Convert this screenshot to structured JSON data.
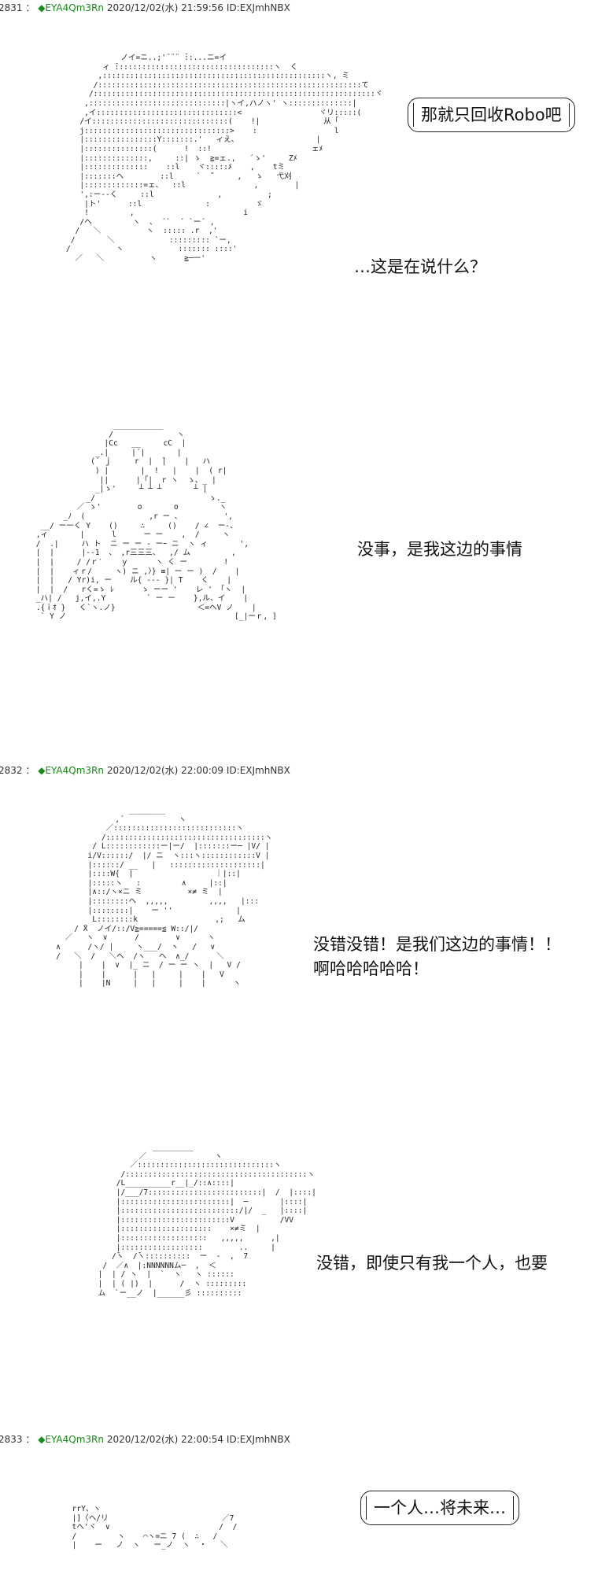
{
  "posts": [
    {
      "number": "2831",
      "separator": "：",
      "diamond": "◆",
      "name": "EYA4Qm3Rn",
      "datetime": "2020/12/02(水) 21:59:56",
      "id": "ID:EXJmhNBX"
    },
    {
      "number": "2832",
      "separator": "：",
      "diamond": "◆",
      "name": "EYA4Qm3Rn",
      "datetime": "2020/12/02(水) 22:00:09",
      "id": "ID:EXJmhNBX"
    },
    {
      "number": "2833",
      "separator": "：",
      "diamond": "◆",
      "name": "EYA4Qm3Rn",
      "datetime": "2020/12/02(水) 22:00:54",
      "id": "ID:EXJmhNBX"
    }
  ],
  "dialogue": {
    "line1": "那就只回收Robo吧",
    "line2": "…这是在说什么？",
    "line3": "没事，是我这边的事情",
    "line4a": "没错没错！是我们这边的事情！！",
    "line4b": "啊哈哈哈哈哈！",
    "line5": "没错，即使只有我一个人，也要",
    "line6": "一个人…将未来…"
  },
  "ascii_art": {
    "art1": "            ノイ=ニ..;'¨¨¨ ̄::...ニ=イ\n        ィ ̄:::::::::::::::::::::::::::::::::::ヽ  く\n       ,:::::::::::::::::::::::::::::::::::::::::::::::::ヽ, ミ\n      /::::::::::::::::::::::::::::::::::::::::::::::::::::::::::て\n     /::::::::::::::::::::::::::::::::::::::::::::::::::::::::::::::ヾ\n    ,::::::::::::::::::::::::::::::|ヽイ,ハノヽ' ヽ::::::::::::::|\n    ,イ:::::::::::::::::::::::::::::::<                 ヾリ:::::(\n   /イ::::::::::::::::::::::::::::::(    !|              从「\n   j::::::::::::::::::::::::::::::::>    :                 l\n   |::::::::::::::::Y:::::::.'   ィえ、                 |\n   |:::::::::::::::(      !  ::!                      ェﾒ\n   |::::::::::::::,     ::| ゝ  ≧=ェ.,   ´ゝ'     Zﾒ\n   |::::::::::::::    ::l    ヾ:::::ﾒ    ,    tミ\n   |:::::::ヘ        ::l     `  ̄¨     ,   ゝ   弋刈\n   |:::::::::::::=ェ、  ::l               ,        |\n   ',:ー--く     ::l              ,          ;\n    |ト'      ::l              :          ゞ\n    !         ,                        i\n   /ヘ         ヽ  、 ´`  ´ `ー´ ,\n  /   ＼          ヽ  ::::: .r  ,'\n /       ＼            ::::::::: `ー,\n/          ヽ            ::::::: ::::'\n  ／   ＼          ヽ      ≧─一'",
    "art2": "                  ___________\n                 /              ヽ\n                |Cc   __     cC  |\n              _.|     |´|       |\n             (´ ｊ     r  |  ̄|    |   ハ\n              ) |       |  !   |    |  ( r|\n               ||      |「|  r ヽ  ゝ、_ |\n              _|ゝ'     ┴ ┴ ┴       ┴ |\n            _/                         ゝ._\n          ／ ゝ'        o       o         ヽ\n       _ﾉ  (              ,r ー ､          ',\n  __/ ー一く Y    ()     ∴     ()    / ∠  ー-、\n ,ィ       |      l      ー ー    ,  /     ヽ\n /  .|     ハ ト  ニ ー ー ‐ ーｰ ニ  ヽ ィ       ',\n |  |      |--1  、 ,r三三三、  ,/ ム         ,\n |  |     / /ｒ′    ｙ      ヽ く ー        !\n |  |    ィｒ/     ヽ) ニ ,〉} ≡| ー ー )  /    |\n |  |   / Yr)i, ー    ル{ --- }| T    く    |\n |  |  /   rく=ゝ ﾚ      ゝ ーー '    レ ' 「ヽ  |\n _ハ| /   j,イ,.Y         ` ー ー    },ル、イ    |\n .{ｉｵ }   く`ヽ.ノ}                  ＜=ヘV ノ    |\n  ` Y ノ                                     [_|ーｒ, ]",
    "art3": "                    ________\n                 ,´            ヽ\n               ／:::::::::::::::::::::::::::ヽ\n              /:::::::::::::::::::::::::::::::::::ヽ\n            / L::::::::::::ー|ー/  |:::::::ー─ |V/ |\n           i/V::::::/  |/ ニ  ヽ:::ヽ::::::::::::V |\n           |::::::/ __   |   ::::::::::::::::::::|\n           |::::W{  |                  ｜|::|\n           |:::::ヽ   :         ∧     |::|\n           |∧::/ヽ×ニ ミ          ×≠ ミ  |\n           |::::::::ヘ  ,,,,,         ,,,,   |:::\n           |::::::::|    ー ''              |\n            L::::::::k                 ,;   ム\n        / ̄X  ノイ/::/V≧=====≦ W::/|/\n      ／   ヽ  ∨      /        ∨      ヽ\n    ∧      /ヽ/ |     ヽ___/  ヽ   /   ∨\n    /   ＼  /   ＼ヘ  /ヽ   ヘ  ∧_/      ＼\n         |    |  ∨  |_ ニ  / ー ー ヽ  |   V /\n         |    |      |   |     |    |   V\n         |    |N     |   |     |    |      ヽ",
    "art4": "                  _________\n               ／               ヽ\n             ／::::::::::::::::::::::::::::::ヽ\n           /::::::::::::::::::::::::::::::::::::::::ヽ\n          /L__________r__|_/::∧::::|\n          |/___/7:::::::::::::::::::::::::|  /  |::::|\n          |::::::::::::::::::::::::|  ─       |::::|\n          |::::::::::::::::::::::::::/|/  _   |::::|\n          |::::::::::::::::::::::::V          /VV\n          |::::::::::::::::::::    ×≠ミ  |\n          |:::::::::::::::::::   ,,,,,      ,|\n          |::::::::::::::::::        ..     |\n         /̄ヽ  /̄ヽ::::::::::  ー  -  ,  7\n       /  ／∧  |:NNNNNNム─  ,  ＜\n      |  | / ヽ  |  `  ヽ   ヽ ::::::\n      |  | ( |)  |      /  ヽ :::::::::\n      ム  `ー__ノ  |______彡 ::::::::::",
    "art5": "  rrY、ヽ\n  |]〈ヘ/リ                         ／7\n  tへ'ヾ  ∨                        /  /\n  /         ヽ    ⌒ヽ=ニ 7 (  ∴   /\n  |    ー   ノ  ヽ   ー_ノ  ヽ  ・   ＼"
  }
}
